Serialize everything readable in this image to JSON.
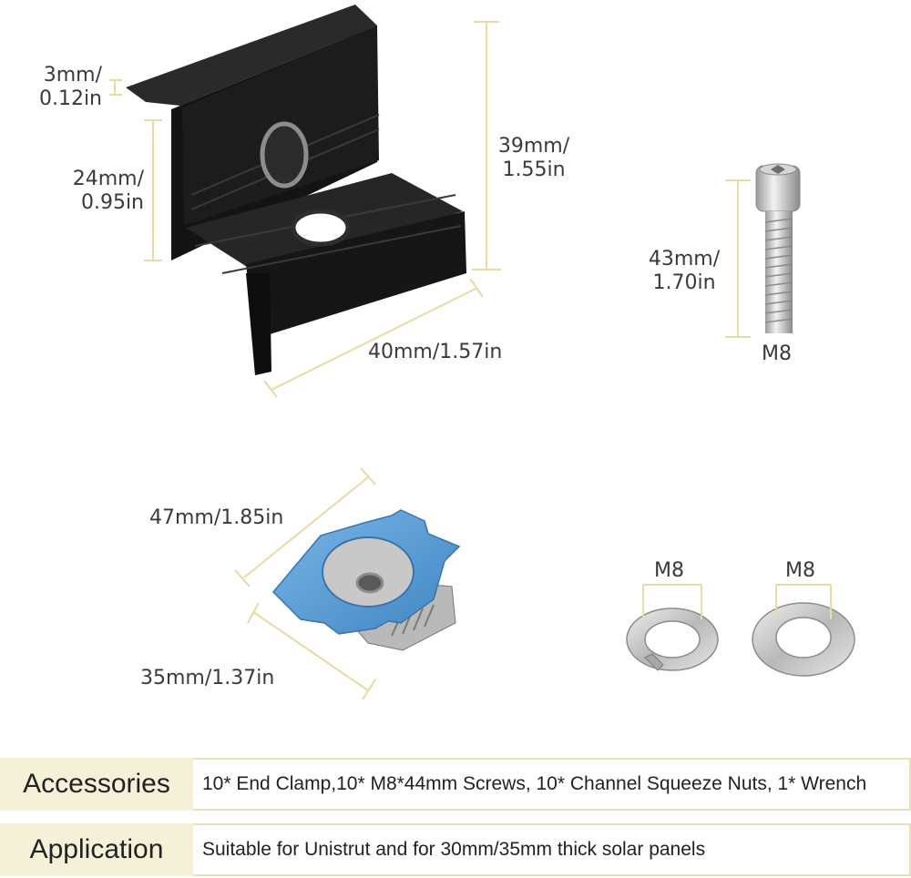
{
  "dimensions": {
    "clamp_lip_mm": "3mm/",
    "clamp_lip_in": "0.12in",
    "clamp_inner_mm": "24mm/",
    "clamp_inner_in": "0.95in",
    "clamp_height_mm": "39mm/",
    "clamp_height_in": "1.55in",
    "clamp_length": "40mm/1.57in",
    "screw_length_mm": "43mm/",
    "screw_length_in": "1.70in",
    "screw_thread": "M8",
    "nut_length": "47mm/1.85in",
    "nut_width": "35mm/1.37in",
    "spring_washer_size": "M8",
    "flat_washer_size": "M8"
  },
  "specs": [
    {
      "label": "Accessories",
      "value": "10* End Clamp,10* M8*44mm Screws, 10* Channel Squeeze Nuts, 1* Wrench"
    },
    {
      "label": "Application",
      "value": "Suitable for Unistrut and for 30mm/35mm thick solar panels"
    }
  ],
  "colors": {
    "label_background": "#f5f0d8",
    "dimension_line": "#e4dca4",
    "clamp_black": "#141414",
    "nut_blue": "#5d9fd6"
  }
}
